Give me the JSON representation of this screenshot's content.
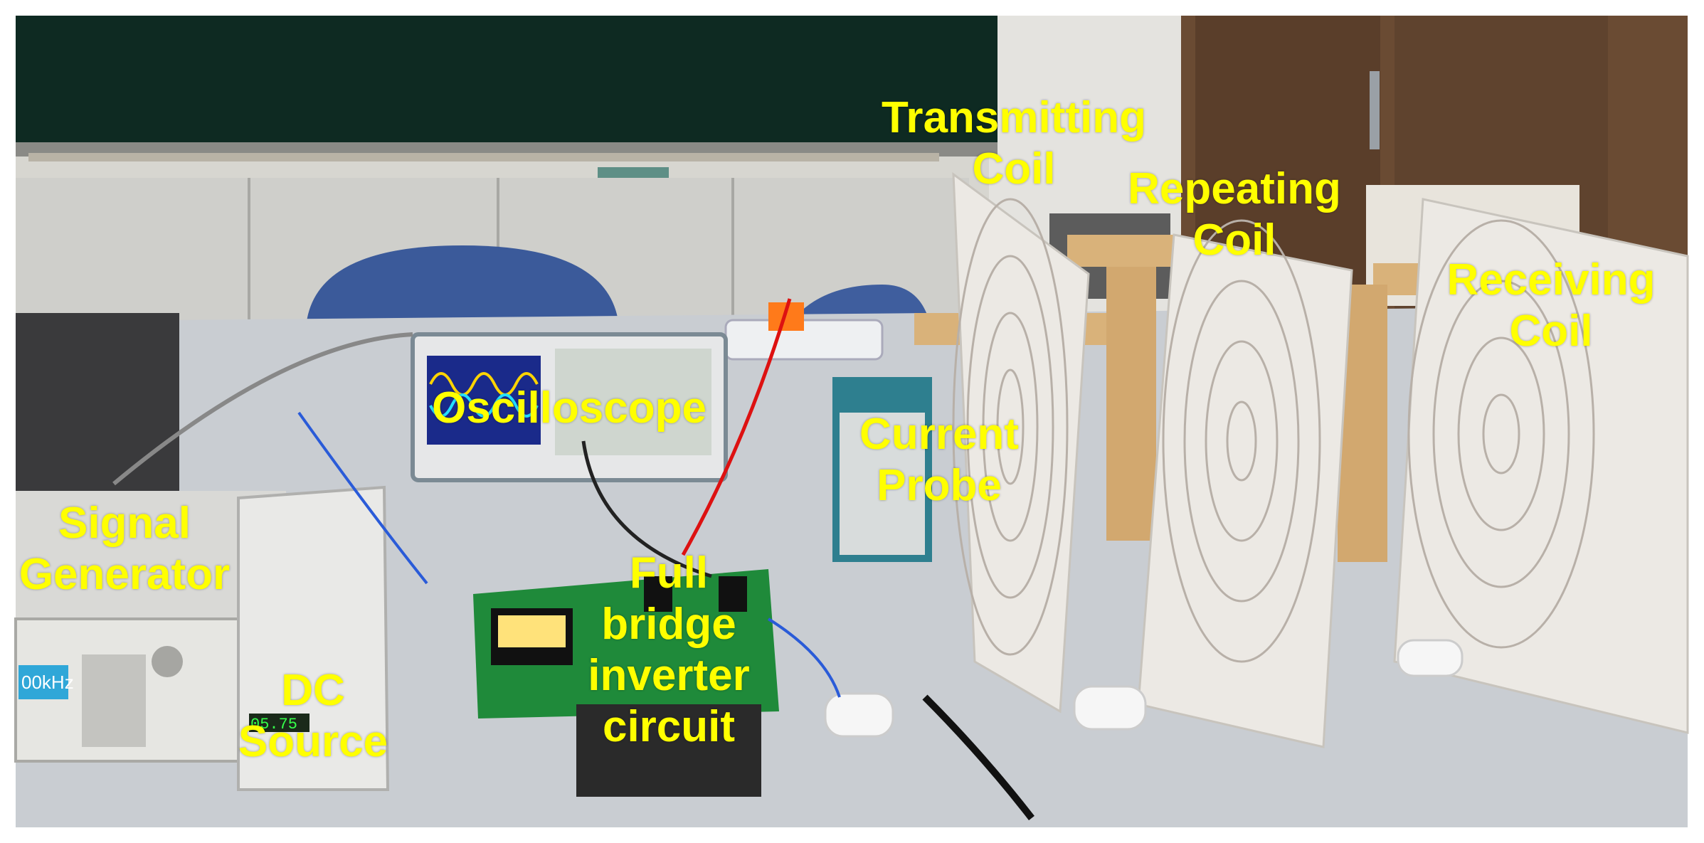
{
  "labels": {
    "transmitting_coil": [
      "Transmitting",
      "Coil"
    ],
    "repeating_coil": [
      "Repeating",
      "Coil"
    ],
    "receiving_coil": [
      "Receiving",
      "Coil"
    ],
    "oscilloscope": [
      "Oscilloscope"
    ],
    "current_probe": [
      "Current",
      "Probe"
    ],
    "signal_generator": [
      "Signal",
      "Generator"
    ],
    "dc_source": [
      "DC",
      "Source"
    ],
    "full_bridge_inverter": [
      "Full",
      "bridge",
      "inverter",
      "circuit"
    ]
  },
  "device_readouts": {
    "signal_generator_display": "00kHz",
    "dc_source_display": "05.75"
  },
  "colors": {
    "label_text": "#ffff00",
    "chalkboard": "#0e2a22",
    "wall": "#d9d8d2",
    "table": "#c9cdd2",
    "coil_board": "#ece9e4",
    "wood_frame": "#d9b27a",
    "pcb": "#1f8a3a",
    "door": "#6a4b33"
  }
}
